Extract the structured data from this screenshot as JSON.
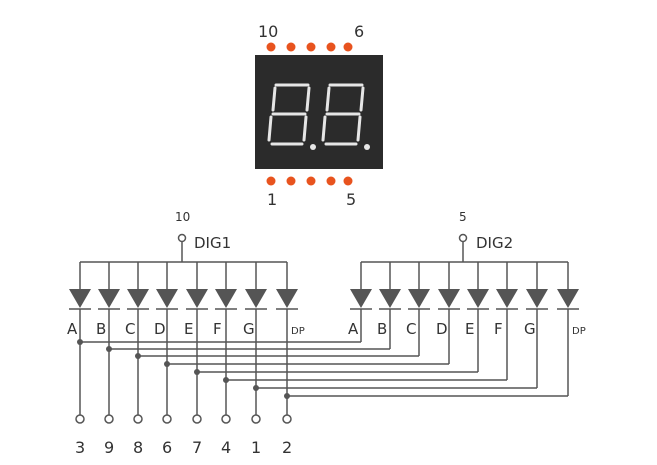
{
  "display": {
    "top_left_pin": "10",
    "top_right_pin": "6",
    "bottom_left_pin": "1",
    "bottom_right_pin": "5",
    "body_color": "#2b2b2b",
    "pin_color": "#e8531e",
    "segment_color": "#e6e6e6"
  },
  "schematic": {
    "wire_color": "#555555",
    "digit1": {
      "pin": "10",
      "label": "DIG1"
    },
    "digit2": {
      "pin": "5",
      "label": "DIG2"
    },
    "segments": [
      "A",
      "B",
      "C",
      "D",
      "E",
      "F",
      "G",
      "DP"
    ],
    "cathode_pins": [
      "3",
      "9",
      "8",
      "6",
      "7",
      "4",
      "1",
      "2"
    ]
  }
}
